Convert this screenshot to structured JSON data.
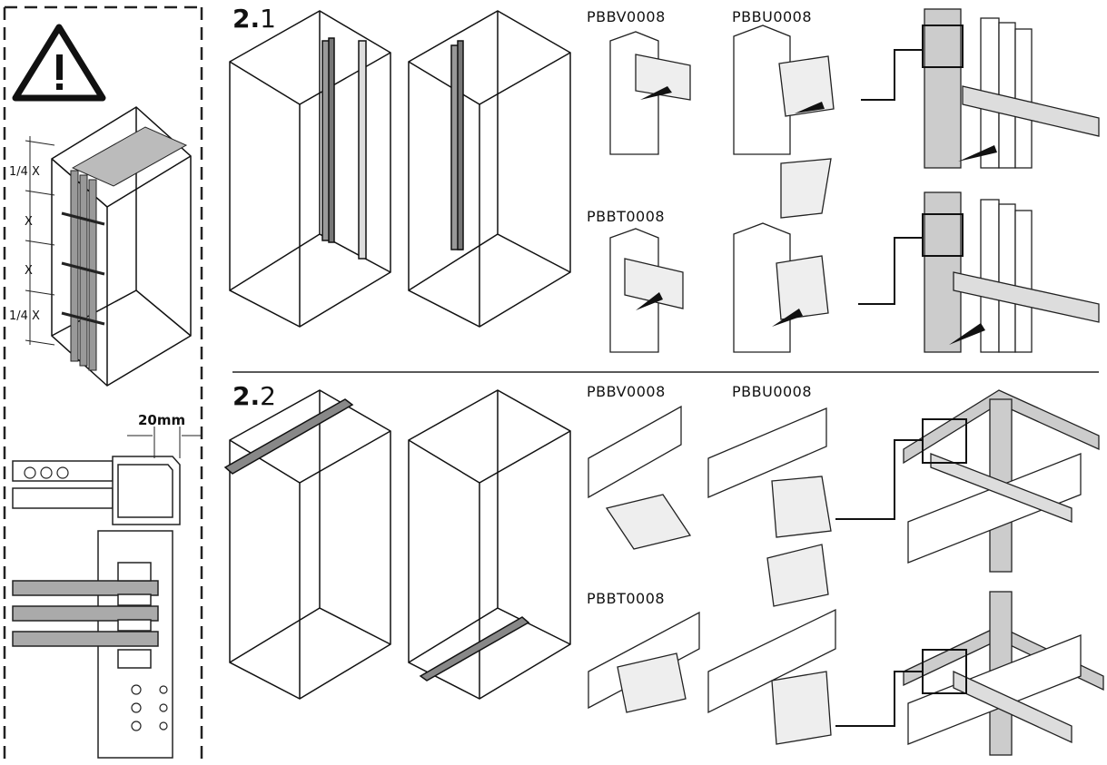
{
  "sections": {
    "s21": {
      "num": "2.",
      "sub": "1"
    },
    "s22": {
      "num": "2.",
      "sub": "2"
    }
  },
  "parts": {
    "top_pbbv": "PBBV0008",
    "top_pbbu": "PBBU0008",
    "top_pbbt": "PBBT0008",
    "bot_pbbv": "PBBV0008",
    "bot_pbbu": "PBBU0008",
    "bot_pbbt": "PBBT0008"
  },
  "spacing": {
    "quarter_top": "1/4 X",
    "x1": "X",
    "x2": "X",
    "quarter_bottom": "1/4 X"
  },
  "offset": "20mm",
  "icons": {
    "warning": "warning-triangle-icon"
  }
}
